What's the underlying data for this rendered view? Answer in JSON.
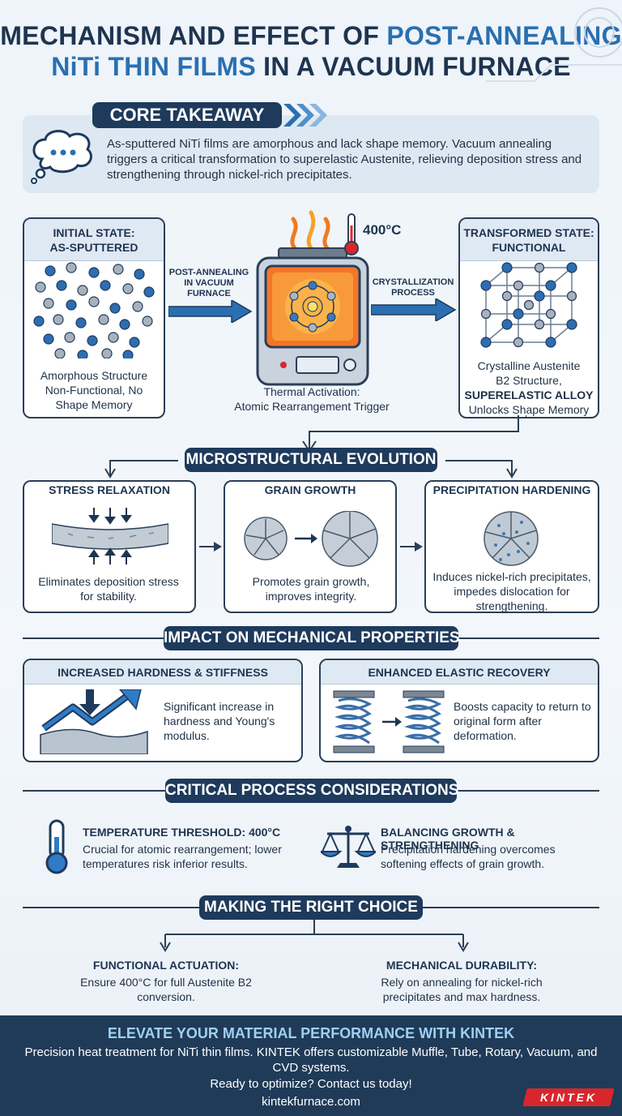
{
  "title": {
    "line1_a": "MECHANISM AND EFFECT OF ",
    "line1_b": "POST-ANNEALING",
    "line2_a": "NiTi THIN FILMS",
    "line2_b": " IN A VACUUM FURNACE"
  },
  "core": {
    "heading": "CORE TAKEAWAY",
    "text": "As-sputtered NiTi films are amorphous and lack shape memory. Vacuum annealing triggers a critical transformation to superelastic Austenite, relieving deposition stress and strengthening through nickel-rich precipitates."
  },
  "process": {
    "initial_title": "INITIAL STATE:\nAS-SPUTTERED",
    "initial_caption": "Amorphous Structure Non-Functional, No Shape Memory",
    "arrow1_label": "POST-ANNEALING\nIN VACUUM\nFURNACE",
    "temperature": "400°C",
    "furnace_caption": "Thermal Activation:\nAtomic Rearrangement Trigger",
    "arrow2_label": "CRYSTALLIZATION\nPROCESS",
    "final_title": "TRANSFORMED STATE:\nFUNCTIONAL",
    "final_caption_1": "Crystalline Austenite\nB2 Structure,",
    "final_caption_bold": "SUPERELASTIC ALLOY",
    "final_caption_2": "Unlocks Shape Memory"
  },
  "micro": {
    "heading": "MICROSTRUCTURAL EVOLUTION",
    "cards": [
      {
        "title": "STRESS RELAXATION",
        "text": "Eliminates deposition stress for stability."
      },
      {
        "title": "GRAIN GROWTH",
        "text": "Promotes grain growth, improves integrity."
      },
      {
        "title": "PRECIPITATION HARDENING",
        "text": "Induces nickel-rich precipitates, impedes dislocation for strengthening."
      }
    ]
  },
  "impact": {
    "heading": "IMPACT ON MECHANICAL PROPERTIES",
    "cards": [
      {
        "title": "INCREASED HARDNESS & STIFFNESS",
        "text": "Significant increase in hardness and Young's modulus."
      },
      {
        "title": "ENHANCED ELASTIC RECOVERY",
        "text": "Boosts capacity to return to original form after deformation."
      }
    ]
  },
  "critical": {
    "heading": "CRITICAL PROCESS CONSIDERATIONS",
    "items": [
      {
        "title": "TEMPERATURE THRESHOLD: 400°C",
        "text": "Crucial for atomic rearrangement; lower temperatures risk inferior results."
      },
      {
        "title": "BALANCING GROWTH & STRENGTHENING",
        "text": "Precipitation hardening overcomes softening effects of grain growth."
      }
    ]
  },
  "choice": {
    "heading": "MAKING THE RIGHT CHOICE",
    "items": [
      {
        "title": "FUNCTIONAL ACTUATION:",
        "text": "Ensure 400°C for full Austenite B2 conversion."
      },
      {
        "title": "MECHANICAL DURABILITY:",
        "text": "Rely on annealing for nickel-rich precipitates and max hardness."
      }
    ]
  },
  "footer": {
    "heading": "ELEVATE YOUR MATERIAL PERFORMANCE WITH KINTEK",
    "line1": "Precision heat treatment for NiTi thin films. KINTEK offers customizable Muffle, Tube, Rotary, Vacuum, and CVD systems.",
    "line2": "Ready to optimize? Contact us today!",
    "url": "kintekfurnace.com",
    "logo": "KINTEK"
  },
  "colors": {
    "navy": "#1e3a5c",
    "accent_blue": "#2a6fb0",
    "footer_bg": "#1f3b58",
    "logo_red": "#d9262c"
  }
}
